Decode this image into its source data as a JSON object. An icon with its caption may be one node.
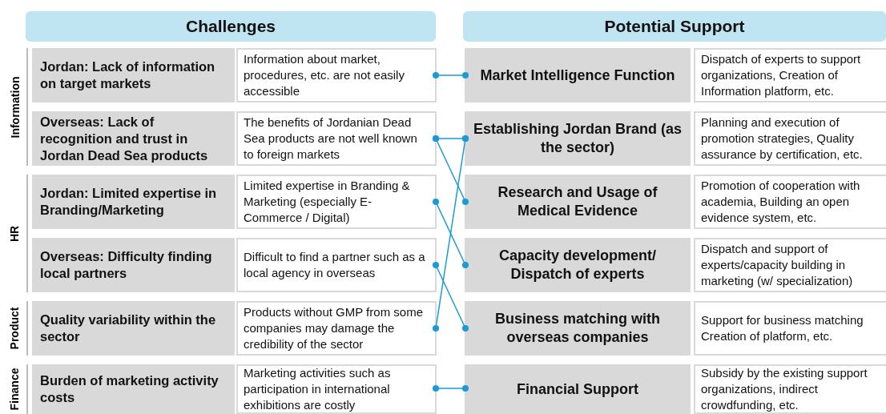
{
  "diagram": {
    "nodes": [
      {
        "text": [
          "Challenges"
        ]
      },
      {
        "text": [
          "Potential Support"
        ]
      },
      {
        "text": [
          "Jordan: Lack of information on target markets"
        ]
      },
      {
        "text": [
          "Information about market, procedures, etc. are not easily accessible"
        ]
      },
      {
        "text": [
          "Overseas: Lack of recognition and trust in Jordan Dead Sea products"
        ]
      },
      {
        "text": [
          "The benefits of Jordanian Dead Sea products are not well known to foreign markets"
        ]
      },
      {
        "text": [
          "Jordan: Limited expertise in Branding/Marketing"
        ]
      },
      {
        "text": [
          "Limited expertise in Branding & Marketing (especially E-Commerce / Digital)"
        ]
      },
      {
        "text": [
          "Overseas: Difficulty finding local partners"
        ]
      },
      {
        "text": [
          "Difficult to find a partner such as a local agency in overseas"
        ]
      },
      {
        "text": [
          "Quality variability within the sector"
        ]
      },
      {
        "text": [
          "Products without GMP from some companies may damage the credibility of the sector"
        ]
      },
      {
        "text": [
          "Burden of marketing activity costs"
        ]
      },
      {
        "text": [
          "Marketing activities such as participation in international exhibitions are costly"
        ]
      },
      {
        "text": [
          "Market Intelligence Function"
        ]
      },
      {
        "text": [
          "Dispatch of experts to support organizations, Creation of Information platform, etc."
        ]
      },
      {
        "text": [
          "Establishing Jordan Brand (as the sector)"
        ]
      },
      {
        "text": [
          "Planning and execution of promotion strategies, Quality assurance by certification, etc."
        ]
      },
      {
        "text": [
          "Research and Usage of Medical Evidence"
        ]
      },
      {
        "text": [
          "Promotion of cooperation with academia, Building an open evidence system, etc."
        ]
      },
      {
        "text": [
          "Capacity development/ Dispatch of experts"
        ]
      },
      {
        "text": [
          "Dispatch and support of experts/capacity building in marketing (w/ specialization)"
        ]
      },
      {
        "text": [
          "Business matching with overseas companies"
        ]
      },
      {
        "text": [
          "Support for business matching Creation of platform, etc."
        ]
      },
      {
        "text": [
          "Financial Support"
        ]
      },
      {
        "text": [
          "Subsidy by the existing support organizations, indirect crowdfunding, etc."
        ]
      }
    ],
    "edges": [
      {
        "from": 3,
        "to": 14,
        "arrow": "other"
      },
      {
        "from": 5,
        "to": 16,
        "arrow": "other"
      },
      {
        "from": 5,
        "to": 18,
        "arrow": "other"
      },
      {
        "from": 7,
        "to": 20,
        "arrow": "other"
      },
      {
        "from": 9,
        "to": 22,
        "arrow": "other"
      },
      {
        "from": 11,
        "to": 16,
        "arrow": "other"
      },
      {
        "from": 13,
        "to": 24,
        "arrow": "other"
      }
    ],
    "labels": [
      "Information",
      "HR",
      "Product",
      "Finance"
    ]
  }
}
